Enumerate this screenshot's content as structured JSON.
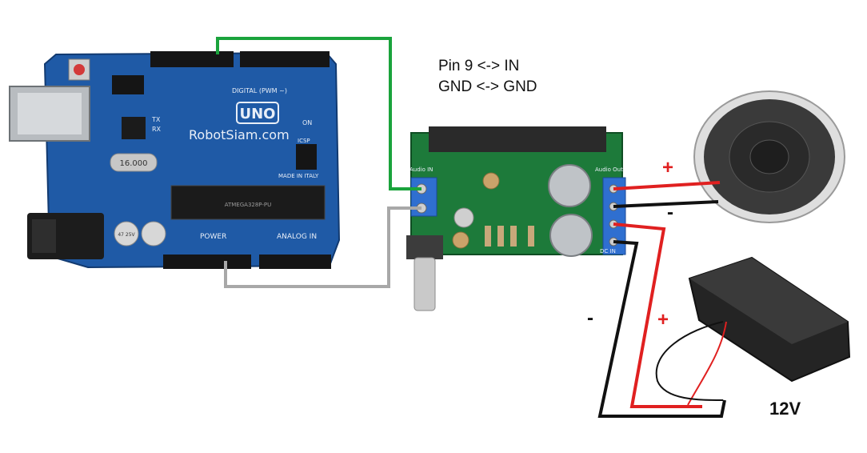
{
  "connections": {
    "line1": "Pin 9 <-> IN",
    "line2": "GND <-> GND"
  },
  "arduino": {
    "brand": "RobotSiam.com",
    "model": "UNO",
    "digital_label": "DIGITAL (PWM ~)",
    "power_label": "POWER",
    "analog_label": "ANALOG IN",
    "made_in": "MADE IN ITALY",
    "crystal": "16.000",
    "on_label": "ON",
    "tx_label": "TX",
    "rx_label": "RX",
    "icsp_label": "ICSP",
    "chip_label": "ATMEGA328P-PU",
    "cap_label": "47 25V"
  },
  "amplifier": {
    "audio_in": "Audio IN",
    "audio_out": "Audio Out",
    "dc_in": "DC IN"
  },
  "speaker_polarity": {
    "plus": "+",
    "minus": "-"
  },
  "battery_polarity": {
    "plus": "+",
    "minus": "-"
  },
  "battery": {
    "voltage": "12V"
  },
  "colors": {
    "board_blue": "#1f5aa6",
    "pcb_green": "#1d7a3a",
    "wire_green": "#1aa33c",
    "wire_gray": "#a8a8a8",
    "wire_red": "#e02020",
    "wire_black": "#111111"
  }
}
